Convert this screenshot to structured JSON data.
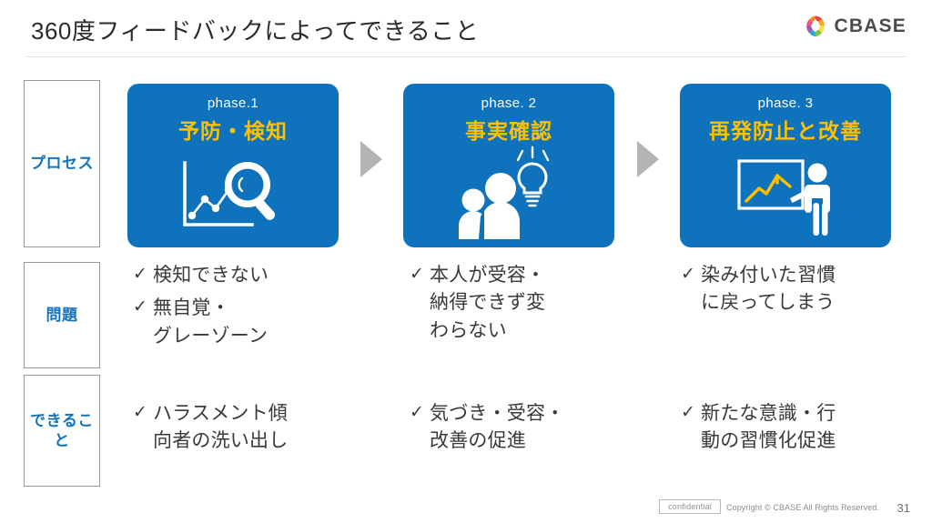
{
  "header": {
    "title": "360度フィードバックによってできること",
    "brand_name": "CBASE",
    "brand_mark_icon": "cbase-colorful-circle-logo",
    "brand_colors": [
      "#e8453c",
      "#f5a623",
      "#f7e04a",
      "#7dc242",
      "#2aa7df",
      "#9b59b6",
      "#e8537a"
    ]
  },
  "row_labels": [
    {
      "key": "process",
      "text": "プロセス"
    },
    {
      "key": "problem",
      "text": "問題"
    },
    {
      "key": "result",
      "text": "できること"
    }
  ],
  "colors": {
    "card_blue": "#0f72bc",
    "title_yellow": "#ffc000",
    "label_blue": "#1473bd",
    "arrow_gray": "#b3b3b3",
    "body_text": "#3a3a3a"
  },
  "phases": [
    {
      "id": 1,
      "label": "phase.1",
      "title": "予防・検知",
      "icon": "chart-with-magnifier-icon",
      "problems": [
        {
          "check": "✓",
          "text": "検知できない"
        },
        {
          "check": "✓",
          "text": "無自覚・\nグレーゾーン"
        }
      ],
      "results": [
        {
          "check": "✓",
          "text": "ハラスメント傾\n向者の洗い出し"
        }
      ]
    },
    {
      "id": 2,
      "label": "phase. 2",
      "title": "事実確認",
      "icon": "two-people-with-lightbulb-icon",
      "problems": [
        {
          "check": "✓",
          "text": "本人が受容・\n納得できず変\nわらない"
        }
      ],
      "results": [
        {
          "check": "✓",
          "text": "気づき・受容・\n改善の促進"
        }
      ]
    },
    {
      "id": 3,
      "label": "phase. 3",
      "title": "再発防止と改善",
      "icon": "presenter-with-chart-board-icon",
      "problems": [
        {
          "check": "✓",
          "text": "染み付いた習慣\nに戻ってしまう"
        }
      ],
      "results": [
        {
          "check": "✓",
          "text": "新たな意識・行\n動の習慣化促進"
        }
      ]
    }
  ],
  "arrows": [
    {
      "id": 1,
      "icon": "right-triangle-arrow-icon"
    },
    {
      "id": 2,
      "icon": "right-triangle-arrow-icon"
    }
  ],
  "footer": {
    "confidential_label": "confidential",
    "copyright": "Copyright © CBASE All Rights Reserved.",
    "page_number": "31"
  }
}
